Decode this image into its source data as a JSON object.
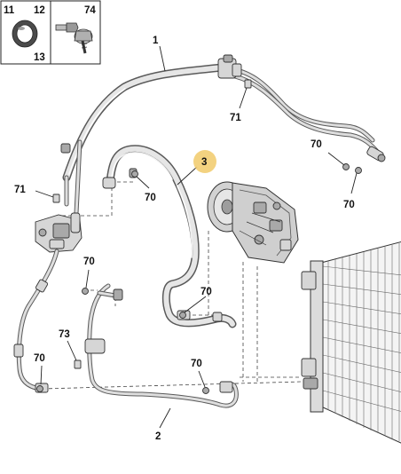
{
  "legend_box": {
    "callouts": [
      "11",
      "12",
      "13",
      "74"
    ]
  },
  "callouts": {
    "hose_1": "1",
    "hose_2": "2",
    "hose_3": "3",
    "ref_71_top": "71",
    "ref_71_left": "71",
    "ref_70_right": "70",
    "ref_70_far_right": "70",
    "ref_70_center": "70",
    "ref_70_left_mid": "70",
    "ref_70_lower": "70",
    "ref_70_bottom_left": "70",
    "ref_70_bottom_mid": "70",
    "ref_73": "73"
  },
  "colors": {
    "highlight_badge": "#f2cd72",
    "part_grey": "#d6d6d6",
    "line": "#222222"
  }
}
